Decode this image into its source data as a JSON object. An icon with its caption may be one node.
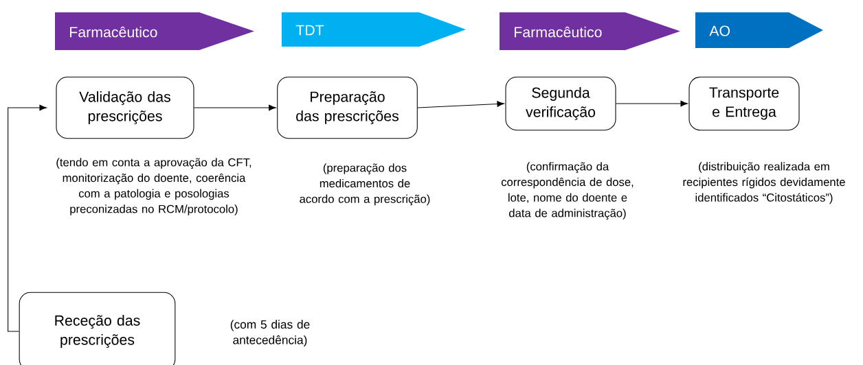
{
  "diagram": {
    "nodes": [
      {
        "text": [
          "Farmacêutico"
        ]
      },
      {
        "text": [
          "TDT"
        ]
      },
      {
        "text": [
          "Farmacêutico"
        ]
      },
      {
        "text": [
          "AO"
        ]
      },
      {
        "text": [
          "Validação das prescrições"
        ],
        "beside": [
          "(tendo em conta a aprovação da CFT, monitorização do doente, coerência com a patologia e posologias preconizadas no RCM/protocolo)"
        ]
      },
      {
        "text": [
          "Preparação das prescrições"
        ],
        "beside": [
          "(preparação dos medicamentos de acordo com a prescrição)"
        ]
      },
      {
        "text": [
          "Segunda verificação"
        ],
        "beside": [
          "(confirmação da correspondência de dose, lote, nome do doente e data de administração)"
        ]
      },
      {
        "text": [
          "Transporte e Entrega"
        ],
        "beside": [
          "(distribuição realizada em recipientes rígidos devidamente identificados “Citostáticos”)"
        ]
      },
      {
        "text": [
          "Receção das prescrições"
        ]
      }
    ],
    "labels": [
      "(com 5 dias de antecedência)"
    ],
    "edges": [
      {
        "from": 8,
        "to": 4,
        "arrow": "to"
      },
      {
        "from": 4,
        "to": 5,
        "arrow": "to"
      },
      {
        "from": 5,
        "to": 6,
        "arrow": "to"
      },
      {
        "from": 6,
        "to": 7,
        "arrow": "to"
      }
    ]
  }
}
